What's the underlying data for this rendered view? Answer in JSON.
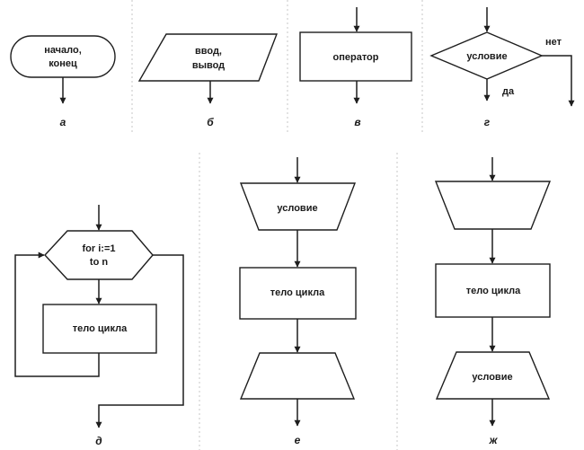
{
  "blocks": {
    "a": {
      "text_line1": "начало,",
      "text_line2": "конец",
      "caption": "а"
    },
    "b": {
      "text_line1": "ввод,",
      "text_line2": "вывод",
      "caption": "б"
    },
    "v": {
      "text": "оператор",
      "caption": "в"
    },
    "g": {
      "text": "условие",
      "yes": "да",
      "no": "нет",
      "caption": "г"
    },
    "d": {
      "header_line1": "for i:=1",
      "header_line2": "to n",
      "body": "тело цикла",
      "caption": "д"
    },
    "e": {
      "top": "условие",
      "body": "тело цикла",
      "caption": "е"
    },
    "zh": {
      "body": "тело цикла",
      "bottom": "условие",
      "caption": "ж"
    }
  }
}
